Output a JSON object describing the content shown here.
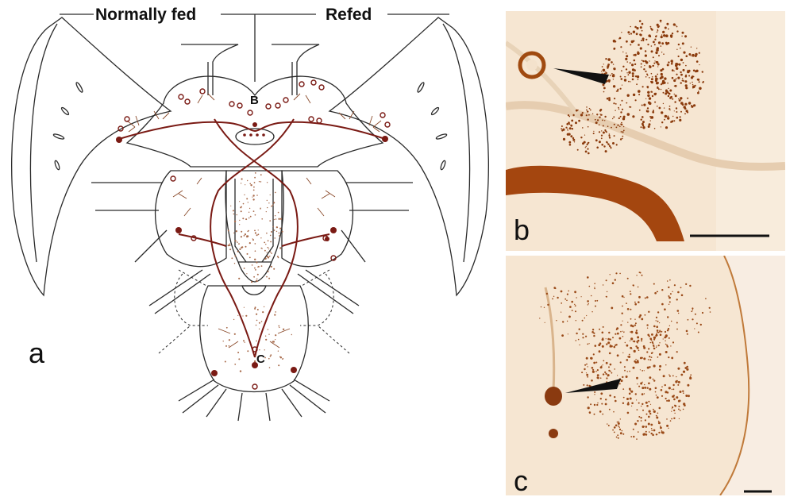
{
  "figure": {
    "header_left": "Normally fed",
    "header_right": "Refed",
    "panel_a_label": "a",
    "panel_b_label": "b",
    "panel_c_label": "c",
    "marker_upper": "B",
    "marker_lower": "C"
  },
  "colors": {
    "outline": "#2a2a2a",
    "fiber": "#7a1a14",
    "stain_dark": "#8a3a12",
    "stain_light": "#b8742e",
    "tissue_bg": "#f6e6d2"
  }
}
